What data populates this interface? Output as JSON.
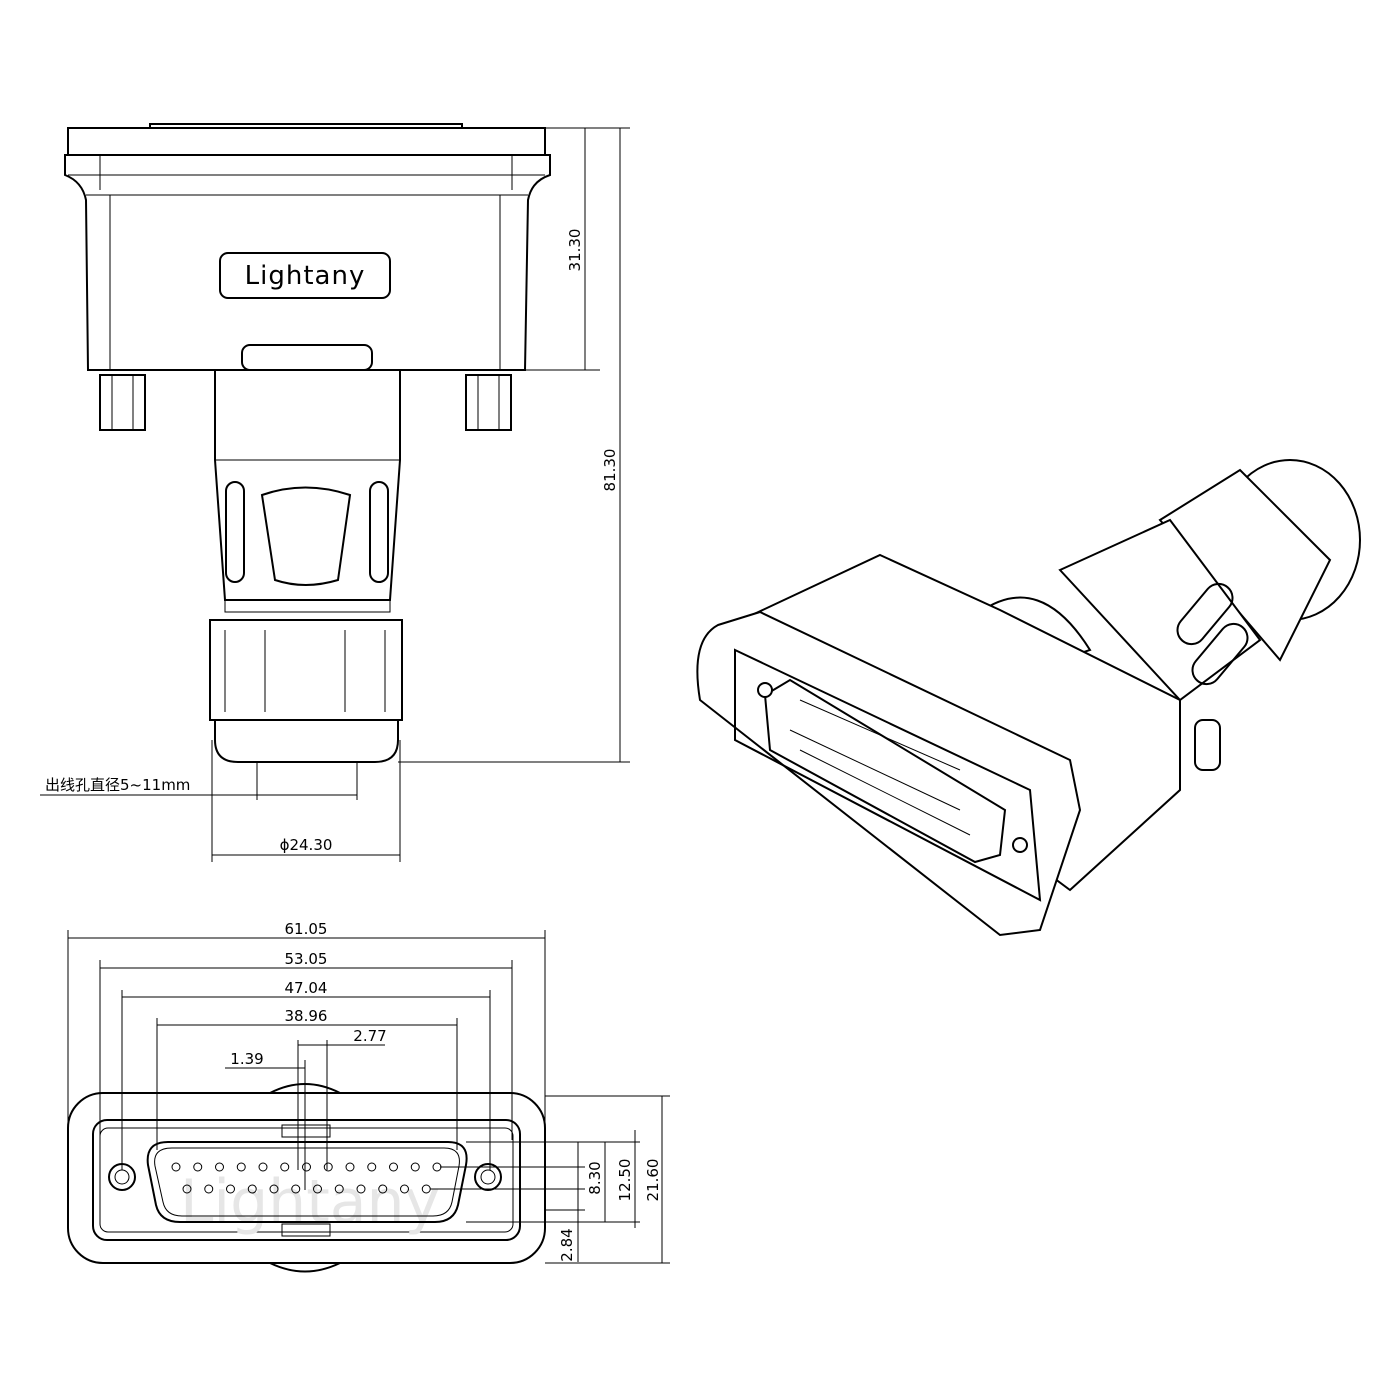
{
  "logo": {
    "text": "Lightany"
  },
  "top_view": {
    "dimensions": {
      "body_height": "31.30",
      "total_height": "81.30",
      "cable_hole_note": "出线孔直径5~11mm",
      "nut_diameter": "ϕ24.30"
    }
  },
  "front_view": {
    "dimensions": {
      "width_overall": "61.05",
      "width_shell": "53.05",
      "screw_pitch": "47.04",
      "d_shell_width": "38.96",
      "pin_pitch": "2.77",
      "pin_offset": "1.39",
      "row_pitch": "8.30",
      "d_shell_height": "12.50",
      "height_overall": "21.60",
      "bottom_offset": "2.84"
    },
    "pins_top_row": 13,
    "pins_bottom_row": 12,
    "watermark": "Lightany"
  }
}
